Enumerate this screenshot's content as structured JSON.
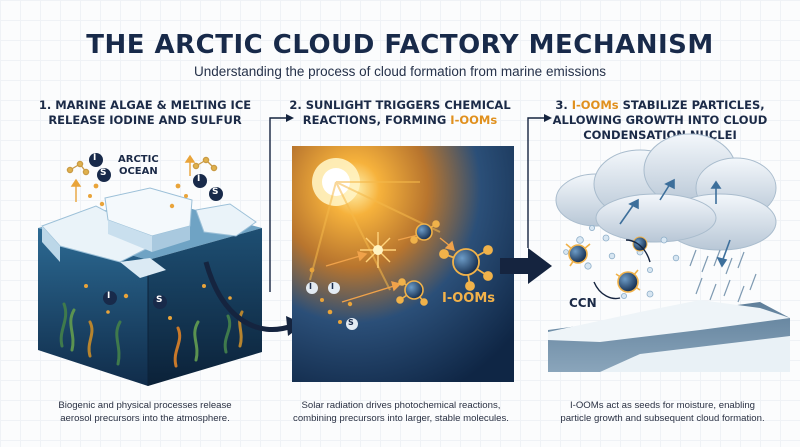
{
  "title": "THE ARCTIC CLOUD FACTORY MECHANISM",
  "subtitle": "Understanding the process of cloud formation from marine emissions",
  "steps": [
    {
      "head_line1": "1. MARINE ALGAE & MELTING ICE",
      "head_line2": "RELEASE IODINE AND SULFUR",
      "caption_line1": "Biogenic and physical processes release",
      "caption_line2": "aerosol precursors into the atmosphere."
    },
    {
      "head_line1": "2. SUNLIGHT TRIGGERS CHEMICAL",
      "head_line2_pre": "REACTIONS, FORMING ",
      "head_line2_accent": "I-OOMs",
      "caption_line1": "Solar radiation drives photochemical reactions,",
      "caption_line2": "combining precursors into larger, stable molecules."
    },
    {
      "head_line1_pre": "3. ",
      "head_line1_accent": "I-OOMs",
      "head_line1_post": " STABILIZE PARTICLES,",
      "head_line2": "ALLOWING GROWTH INTO CLOUD",
      "head_line3": "CONDENSATION NUCLEI",
      "caption_line1": "I-OOMs act as seeds for moisture, enabling",
      "caption_line2": "particle growth and subsequent cloud formation."
    }
  ],
  "labels": {
    "arctic_line1": "ARCTIC",
    "arctic_line2": "OCEAN",
    "ioom_label": "I-OOMs",
    "ccn_label": "CCN",
    "iodine_symbol": "I",
    "sulfur_symbol": "S"
  },
  "colors": {
    "navy": "#182a4a",
    "accent": "#e0901e",
    "ocean": "#1f4f78",
    "ice": "#e9f2f8"
  },
  "icons": [
    "arrow-right-icon",
    "molecule-icon",
    "sun-icon",
    "cloud-icon",
    "rain-icon",
    "seaweed-icon",
    "ice-floe-icon"
  ]
}
